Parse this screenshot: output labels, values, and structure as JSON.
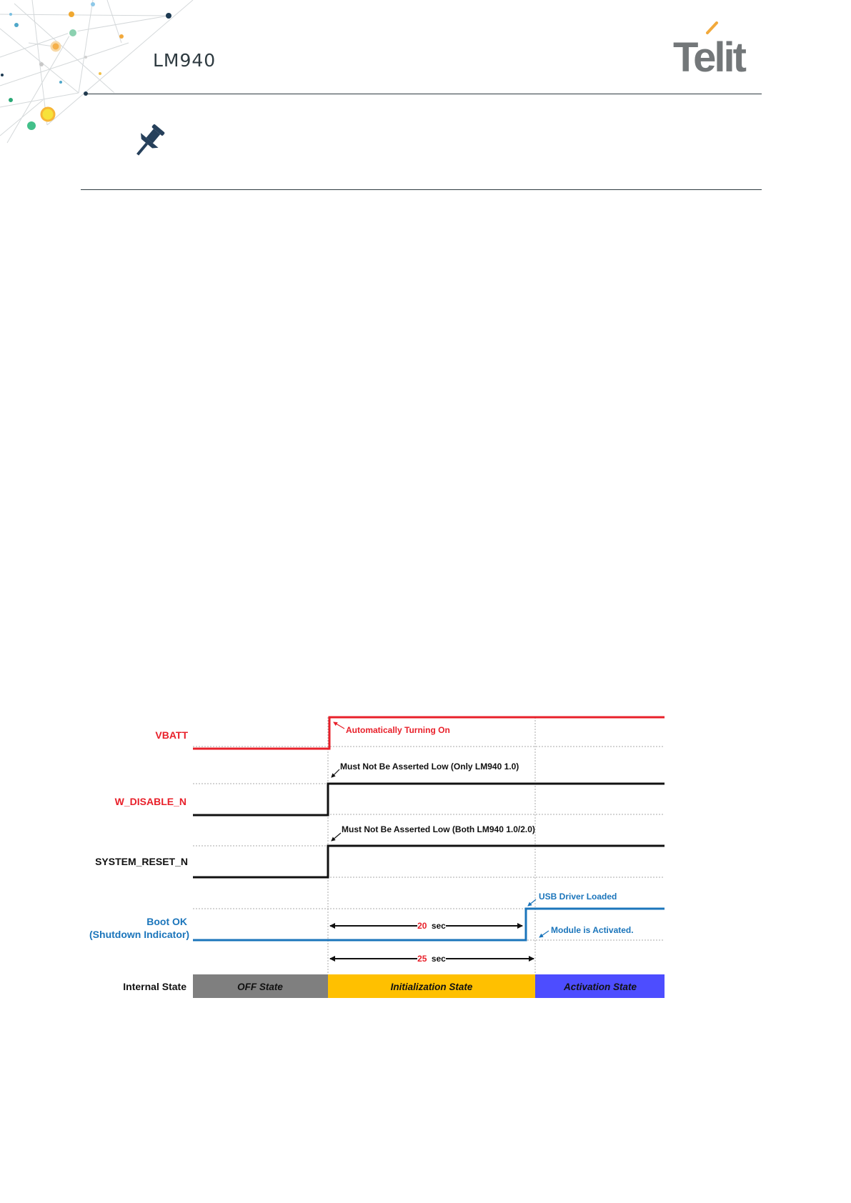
{
  "header": {
    "doc_name": "LM940",
    "logo_text": "Telit",
    "pin_icon": "pushpin-icon"
  },
  "colors": {
    "vbatt": "#e8202a",
    "w_disable": "#e8202a",
    "boot_ok": "#1b75bb",
    "black": "#111111",
    "off_state": "#7f7f7f",
    "init_state": "#ffc000",
    "activation_state": "#4d4dff"
  },
  "diagram": {
    "signals": {
      "vbatt": "VBATT",
      "w_disable": "W_DISABLE_N",
      "system_reset": "SYSTEM_RESET_N",
      "boot_ok_1": "Boot OK",
      "boot_ok_2": "(Shutdown Indicator)",
      "internal_state": "Internal State"
    },
    "annotations": {
      "auto_on": "Automatically  Turning On",
      "w_disable_note": "Must Not Be Asserted Low (Only LM940 1.0)",
      "reset_note": "Must Not Be Asserted Low (Both LM940 1.0/2.0)",
      "usb_loaded": "USB Driver Loaded",
      "module_activated": "Module is Activated.",
      "t20_value": "20",
      "t25_value": "25",
      "sec_unit": "sec"
    },
    "states": {
      "off": "OFF State",
      "init": "Initialization State",
      "activation": "Activation State"
    }
  }
}
